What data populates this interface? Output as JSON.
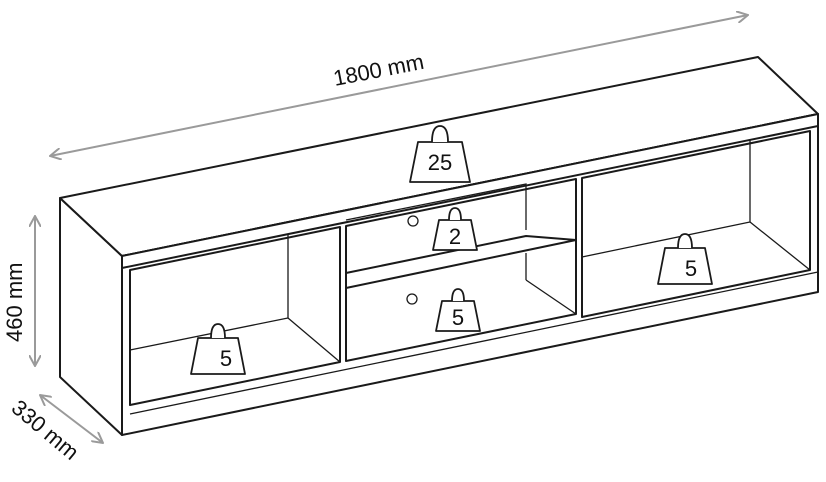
{
  "dimensions": {
    "width": "1800 mm",
    "height": "460 mm",
    "depth": "330 mm"
  },
  "loads": {
    "top": "25",
    "middle_upper_shelf": "2",
    "middle_lower_shelf": "5",
    "left_compartment": "5",
    "right_compartment": "5"
  },
  "colors": {
    "outline": "#1a1a1a",
    "dimension_arrow": "#9a9a9a"
  }
}
